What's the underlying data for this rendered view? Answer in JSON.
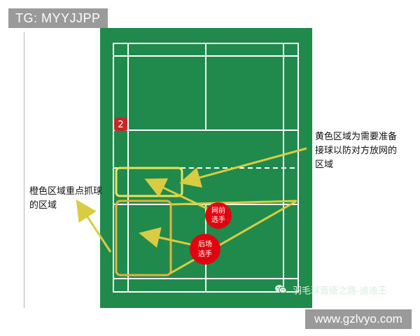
{
  "watermark_top_left": "TG: MYYJJPP",
  "watermark_bottom_right": "www.gzlvyo.com",
  "badge_number": "2",
  "yellow_note": "黄色区域为需要准备接球以防对方放网的区域",
  "orange_note": "橙色区域重点抓球的区域",
  "front_player_label": [
    "网前",
    "选手"
  ],
  "back_player_label": [
    "后场",
    "选手"
  ],
  "credit": "羽毛球晋级之路-迪迪王",
  "icons": [
    "wechat-icon"
  ],
  "colors": {
    "court_green": "#1f8a4c",
    "court_lines": "#ffffff",
    "yellow_zone": "#e9e35a",
    "orange_zone": "#e0b53a",
    "arrow": "#d9cc43",
    "player_marker": "#e3000f",
    "badge": "#c62828"
  }
}
